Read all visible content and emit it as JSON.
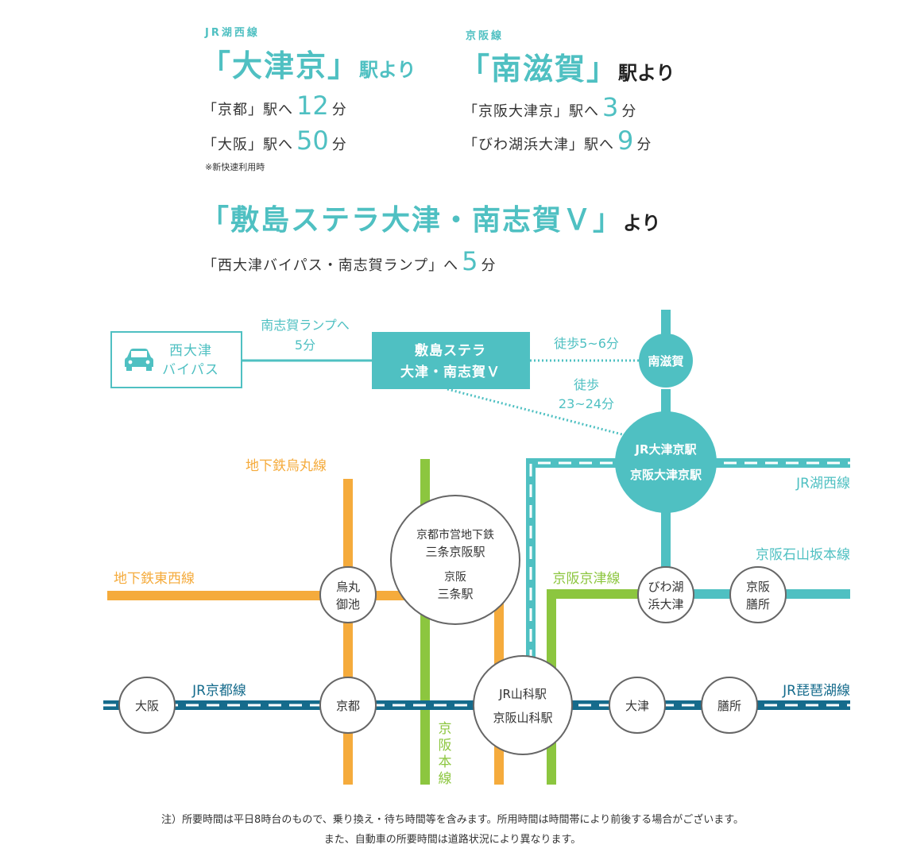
{
  "top": {
    "jr": {
      "line": "JR湖西線",
      "station": "「大津京」",
      "suffix": "駅より",
      "rows": [
        {
          "label": "「京都」駅へ",
          "num": "12",
          "unit": "分"
        },
        {
          "label": "「大阪」駅へ",
          "num": "50",
          "unit": "分"
        }
      ],
      "note": "※新快速利用時"
    },
    "keihan": {
      "line": "京阪線",
      "station": "「南滋賀」",
      "suffix": "駅より",
      "rows": [
        {
          "label": "「京阪大津京」駅へ",
          "num": "3",
          "unit": "分"
        },
        {
          "label": "「びわ湖浜大津」駅へ",
          "num": "9",
          "unit": "分"
        }
      ]
    },
    "home": {
      "station": "「敷島ステラ大津・南志賀Ｖ」",
      "suffix": "より",
      "row": {
        "label": "「西大津バイパス・南志賀ランプ」へ",
        "num": "5",
        "unit": "分"
      }
    }
  },
  "map": {
    "colors": {
      "teal": "#4fc0c2",
      "orange": "#f5ab3c",
      "green": "#8cc63f",
      "navy": "#156b8c"
    },
    "bypass": {
      "line1": "西大津",
      "line2": "バイパス",
      "icon": "car-icon"
    },
    "ramp": {
      "line1": "南志賀ランプへ",
      "line2": "5分"
    },
    "property": {
      "line1": "敷島ステラ",
      "line2": "大津・南志賀Ｖ"
    },
    "walk1": "徒歩5~6分",
    "walk2": {
      "line1": "徒歩",
      "line2": "23~24分"
    },
    "minamishiga": "南滋賀",
    "otsukyo": {
      "line1": "JR大津京駅",
      "line2": "京阪大津京駅"
    },
    "lines": {
      "karasuma": "地下鉄烏丸線",
      "tozai": "地下鉄東西線",
      "kosei": "JR湖西線",
      "ishiyama": "京阪石山坂本線",
      "keishin": "京阪京津線",
      "kyoto_line": "JR京都線",
      "biwako": "JR琵琶湖線",
      "keihan_main": [
        "京",
        "阪",
        "本",
        "線"
      ]
    },
    "stations": {
      "sanjo": {
        "line1": "京都市営地下鉄",
        "line2": "三条京阪駅",
        "line3": "京阪",
        "line4": "三条駅"
      },
      "karasuma_oike": {
        "line1": "烏丸",
        "line2": "御池"
      },
      "hamaotsu": {
        "line1": "びわ湖",
        "line2": "浜大津"
      },
      "zeze_keihan": {
        "line1": "京阪",
        "line2": "膳所"
      },
      "osaka": "大阪",
      "kyoto": "京都",
      "yamashina": {
        "line1": "JR山科駅",
        "line2": "京阪山科駅"
      },
      "otsu": "大津",
      "zeze": "膳所"
    }
  },
  "footer": {
    "line1": "注）所要時間は平日8時台のもので、乗り換え・待ち時間等を含みます。所用時間は時間帯により前後する場合がございます。",
    "line2": "また、自動車の所要時間は道路状況により異なります。"
  }
}
